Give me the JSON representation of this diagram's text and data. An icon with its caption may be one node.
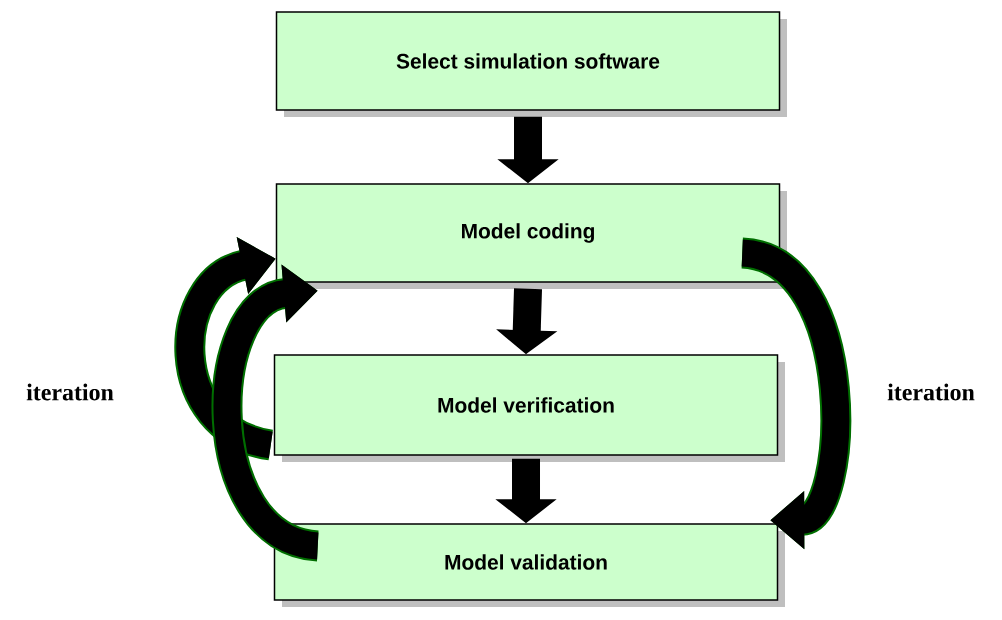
{
  "diagram": {
    "nodes": [
      {
        "text": [
          "Select simulation software"
        ]
      },
      {
        "text": [
          "Model coding"
        ]
      },
      {
        "text": [
          "Model verification"
        ]
      },
      {
        "text": [
          "Model validation"
        ]
      }
    ],
    "edges": [
      {
        "from": 0,
        "to": 1,
        "arrow": "to"
      },
      {
        "from": 1,
        "to": 2,
        "arrow": "to"
      },
      {
        "from": 2,
        "to": 3,
        "arrow": "to"
      },
      {
        "from": 2,
        "to": 1,
        "arrow": "to",
        "color": "#006e00"
      },
      {
        "from": 3,
        "to": 1,
        "arrow": "to",
        "color": "#006e00"
      },
      {
        "from": 1,
        "to": 3,
        "arrow": "to",
        "color": "#006e00"
      }
    ],
    "labels": [
      "iteration",
      "iteration"
    ]
  }
}
